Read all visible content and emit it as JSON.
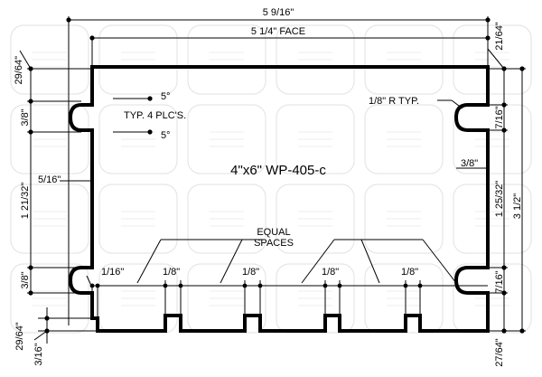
{
  "part_label": "4\"x6\"   WP-405-c",
  "dimensions": {
    "overall_width": "5 9/16\"",
    "face_width": "5 1/4\" FACE",
    "left_top_offset": "29/64\"",
    "right_top_offset": "21/64\"",
    "left_notch_upper": "3/8\"",
    "left_notch_lower": "3/8\"",
    "left_span": "1 21/32\"",
    "left_notch_depth": "5/16\"",
    "right_notch_upper": "7/16\"",
    "right_notch_lower": "7/16\"",
    "right_span": "1 25/32\"",
    "right_total_height": "3 1/2\"",
    "right_notch_depth": "3/8\"",
    "bottom_left_offset": "29/64\"",
    "bottom_left_extra": "3/16\"",
    "bottom_right_offset": "27/64\"",
    "slot_first": "1/16\"",
    "slot_widths": [
      "1/8\"",
      "1/8\"",
      "1/8\"",
      "1/8\""
    ]
  },
  "notes": {
    "angle_top": "5°",
    "angle_bottom": "5°",
    "typ_places": "TYP. 4 PLC'S.",
    "radius": "1/8\" R TYP.",
    "equal_spaces_1": "EQUAL",
    "equal_spaces_2": "SPACES"
  }
}
